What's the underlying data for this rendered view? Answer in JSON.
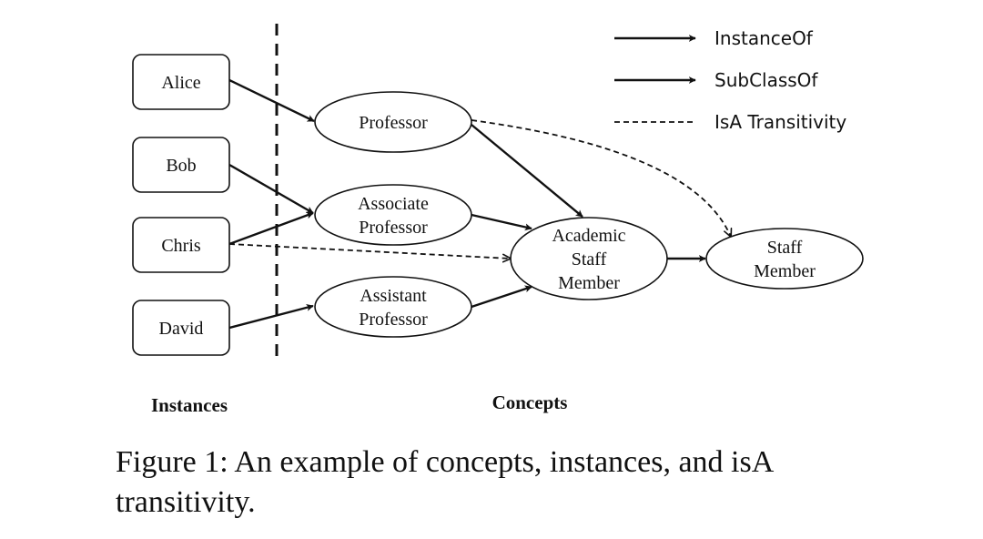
{
  "diagram": {
    "instances": [
      {
        "id": "alice",
        "label": "Alice"
      },
      {
        "id": "bob",
        "label": "Bob"
      },
      {
        "id": "chris",
        "label": "Chris"
      },
      {
        "id": "david",
        "label": "David"
      }
    ],
    "concepts": [
      {
        "id": "professor",
        "lines": [
          "Professor"
        ]
      },
      {
        "id": "associate",
        "lines": [
          "Associate",
          "Professor"
        ]
      },
      {
        "id": "assistant",
        "lines": [
          "Assistant",
          "Professor"
        ]
      },
      {
        "id": "academic",
        "lines": [
          "Academic",
          "Staff",
          "Member"
        ]
      },
      {
        "id": "staff",
        "lines": [
          "Staff",
          "Member"
        ]
      }
    ],
    "edges": [
      {
        "from": "alice",
        "to": "professor",
        "type": "instanceOf"
      },
      {
        "from": "bob",
        "to": "associate",
        "type": "instanceOf"
      },
      {
        "from": "chris",
        "to": "associate",
        "type": "instanceOf"
      },
      {
        "from": "david",
        "to": "assistant",
        "type": "instanceOf"
      },
      {
        "from": "professor",
        "to": "academic",
        "type": "subClassOf"
      },
      {
        "from": "associate",
        "to": "academic",
        "type": "subClassOf"
      },
      {
        "from": "assistant",
        "to": "academic",
        "type": "subClassOf"
      },
      {
        "from": "academic",
        "to": "staff",
        "type": "subClassOf"
      },
      {
        "from": "professor",
        "to": "staff",
        "type": "isATransitivity"
      },
      {
        "from": "chris",
        "to": "academic",
        "type": "isATransitivity"
      }
    ],
    "legend": [
      {
        "type": "instanceOf",
        "label": "InstanceOf"
      },
      {
        "type": "subClassOf",
        "label": "SubClassOf"
      },
      {
        "type": "isATransitivity",
        "label": "IsA Transitivity"
      }
    ],
    "section_labels": {
      "instances": "Instances",
      "concepts": "Concepts"
    }
  },
  "caption": "Figure 1: An example of concepts, instances, and isA transitivity."
}
